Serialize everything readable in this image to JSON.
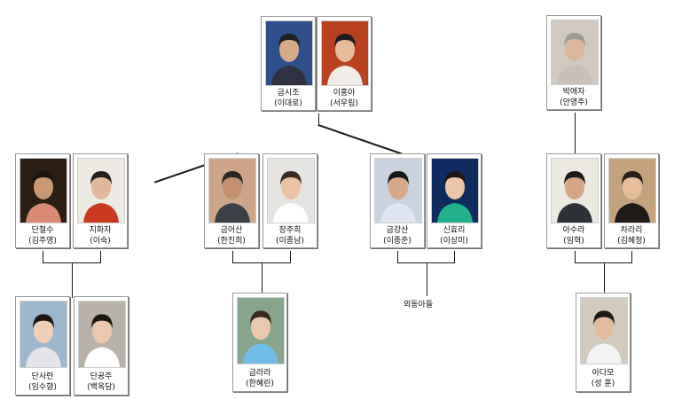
{
  "people": {
    "geum_sijo": {
      "name": "금시조",
      "actor": "(이대로)",
      "bg": "#2d4f8a",
      "skin": "#d8aa8a",
      "hair": "#222",
      "shirt": "#2f3142"
    },
    "lee_hongah": {
      "name": "이홍아",
      "actor": "(서우림)",
      "bg": "#b8421e",
      "skin": "#e4bb9b",
      "hair": "#1e1e1e",
      "shirt": "#f1ece8"
    },
    "park_aeja": {
      "name": "박애자",
      "actor": "(안영주)",
      "bg": "#cfc9c0",
      "skin": "#dcb698",
      "hair": "#9c9a97",
      "shirt": "#c7c0b6"
    },
    "dan_cheolsu": {
      "name": "단철수",
      "actor": "(김주영)",
      "bg": "#2a1d14",
      "skin": "#c99870",
      "hair": "#1a1410",
      "shirt": "#d98a72"
    },
    "ji_hwaja": {
      "name": "지화자",
      "actor": "(이숙)",
      "bg": "#ede9e3",
      "skin": "#e3b89a",
      "hair": "#24201c",
      "shirt": "#c8391e"
    },
    "geum_eosan": {
      "name": "금어산",
      "actor": "(한진희)",
      "bg": "#cfa58a",
      "skin": "#c48f6e",
      "hair": "#2a2622",
      "shirt": "#3c4046"
    },
    "jang_juhui": {
      "name": "장주희",
      "actor": "(이종남)",
      "bg": "#e6e4e0",
      "skin": "#e9c2a4",
      "hair": "#3a2c22",
      "shirt": "#ffffff"
    },
    "geum_gangsan": {
      "name": "금강산",
      "actor": "(이종준)",
      "bg": "#c9d2de",
      "skin": "#d9a987",
      "hair": "#161616",
      "shirt": "#dfe6f2"
    },
    "sin_hyori": {
      "name": "신효리",
      "actor": "(이상미)",
      "bg": "#0e2c5f",
      "skin": "#ecc4a6",
      "hair": "#1e1814",
      "shirt": "#23b08d"
    },
    "a_sura": {
      "name": "아수라",
      "actor": "(임혁)",
      "bg": "#ece8e2",
      "skin": "#d5a584",
      "hair": "#1b1b1b",
      "shirt": "#2d3138"
    },
    "cha_rari": {
      "name": "차라리",
      "actor": "(김혜정)",
      "bg": "#c4a37c",
      "skin": "#e6bd9d",
      "hair": "#2a1d15",
      "shirt": "#1d1a18"
    },
    "dan_saran": {
      "name": "단사란",
      "actor": "(임수향)",
      "bg": "#9db7cf",
      "skin": "#efd0b7",
      "hair": "#1b1612",
      "shirt": "#e3e5ea"
    },
    "dan_gongju": {
      "name": "단공주",
      "actor": "(백옥담)",
      "bg": "#b8b2aa",
      "skin": "#ecc9ae",
      "hair": "#1c1612",
      "shirt": "#ffffff"
    },
    "geum_rara": {
      "name": "금라라",
      "actor": "(한혜린)",
      "bg": "#87a58c",
      "skin": "#eac8ad",
      "hair": "#3c2a1e",
      "shirt": "#72bce8"
    },
    "a_damo": {
      "name": "아다모",
      "actor": "(성 훈)",
      "bg": "#d3cabe",
      "skin": "#e2bc9c",
      "hair": "#1f1a16",
      "shirt": "#f3f3f3"
    }
  },
  "notes": {
    "only_son": "외동아들"
  }
}
